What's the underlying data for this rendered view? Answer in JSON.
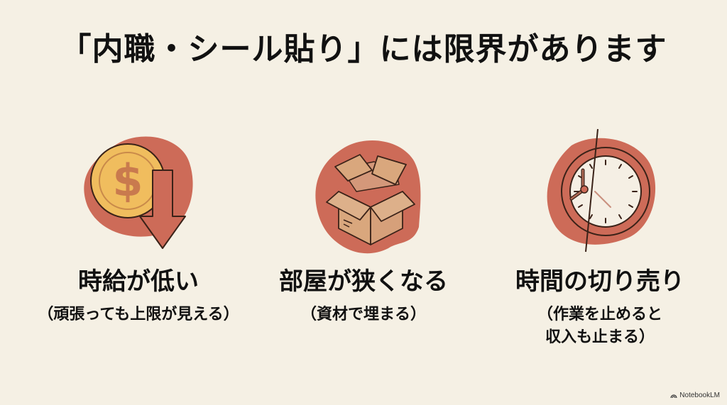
{
  "slide": {
    "title": "「内職・シール貼り」には限界があります",
    "background_color": "#f5f0e4",
    "accent_color": "#cd6b58"
  },
  "cards": [
    {
      "icon": "coin-down-arrow-icon",
      "heading": "時給が低い",
      "subtext": "（頑張っても上限が見える）"
    },
    {
      "icon": "cardboard-box-icon",
      "heading": "部屋が狭くなる",
      "subtext": "（資材で埋まる）"
    },
    {
      "icon": "split-clock-icon",
      "heading": "時間の切り売り",
      "subtext": "（作業を止めると\n収入も止まる）"
    }
  ],
  "branding": {
    "label": "NotebookLM"
  }
}
